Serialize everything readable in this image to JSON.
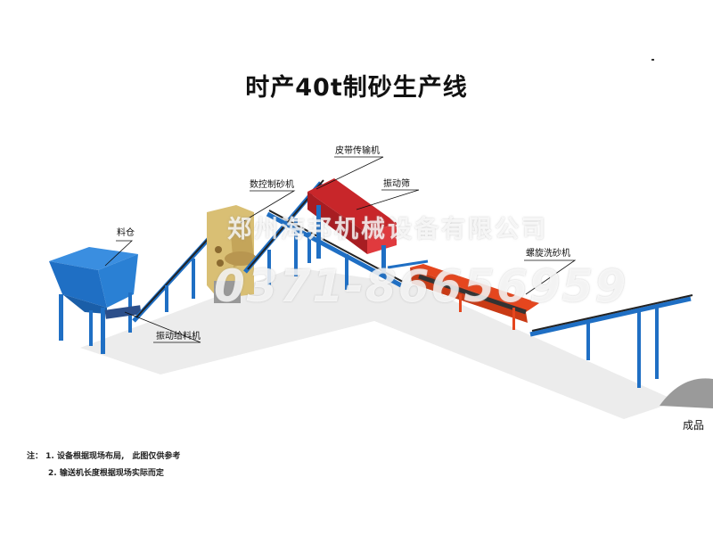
{
  "title": "时产40t制砂生产线",
  "labels": {
    "hopper": "料仓",
    "feeder": "振动给料机",
    "sand_maker": "数控制砂机",
    "belt_conveyor": "皮带传输机",
    "vibrating_screen": "振动筛",
    "sand_washer": "螺旋洗砂机",
    "product": "成品"
  },
  "notes": {
    "prefix": "注：",
    "items": [
      "1. 设备根据现场布局,　此图仅供参考",
      "2. 输送机长度根据现场实际而定"
    ]
  },
  "watermark": {
    "company": "郑州海邦机械设备有限公司",
    "phone": "0371-86656959"
  },
  "colors": {
    "steel_blue": "#1f6fc4",
    "screen_red": "#c8262a",
    "washer_orange": "#e5461e",
    "crusher_yellow": "#d9bf74"
  }
}
